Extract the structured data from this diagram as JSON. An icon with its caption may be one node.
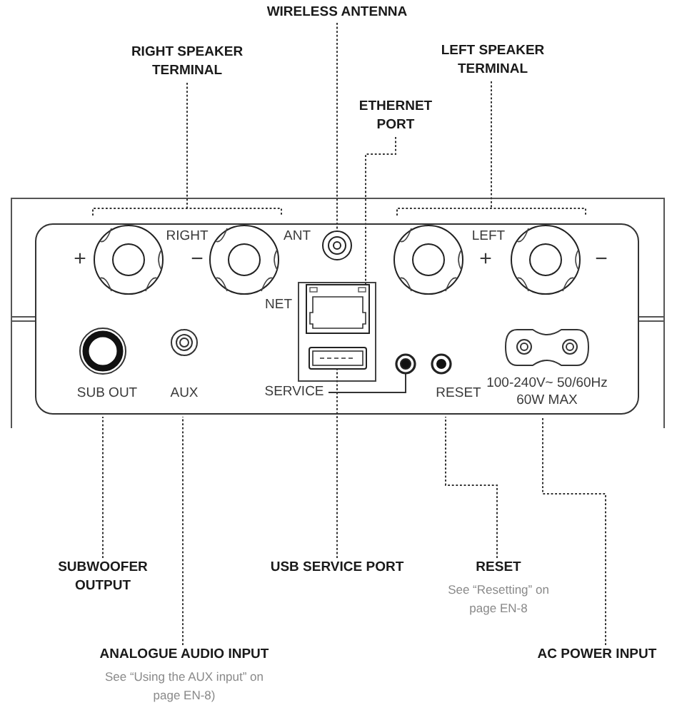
{
  "diagram": {
    "nodes": [
      {
        "text": [
          "WIRELESS ANTENNA"
        ]
      },
      {
        "text": [
          "RIGHT SPEAKER TERMINAL"
        ]
      },
      {
        "text": [
          "LEFT SPEAKER TERMINAL"
        ]
      },
      {
        "text": [
          "ETHERNET PORT"
        ]
      },
      {
        "text": [],
        "shape": "circle"
      },
      {
        "text": [],
        "shape": "box"
      },
      {
        "text": [],
        "shape": "box"
      },
      {
        "text": [],
        "shape": "circle"
      },
      {
        "text": [
          "SERVICE"
        ]
      },
      {
        "text": [
          "SUBWOOFER OUTPUT"
        ]
      },
      {
        "text": [
          "USB SERVICE PORT"
        ]
      },
      {
        "text": [
          "RESET",
          "See “Resetting” on page EN-8"
        ]
      },
      {
        "text": [
          "ANALOGUE AUDIO INPUT",
          "See “Using the AUX input” on page EN-8)"
        ]
      },
      {
        "text": [
          "AC POWER INPUT"
        ]
      }
    ],
    "edges": [
      {
        "from": 0,
        "to": 4,
        "arrow": "none",
        "style": "dashed"
      },
      {
        "from": 1,
        "to": null,
        "arrow": "none",
        "style": "dashed"
      },
      {
        "from": 2,
        "to": null,
        "arrow": "none",
        "style": "dashed"
      },
      {
        "from": 3,
        "to": 5,
        "arrow": "none",
        "style": "dashed"
      },
      {
        "from": 8,
        "to": 7,
        "arrow": "none"
      },
      {
        "from": 9,
        "to": null,
        "arrow": "none",
        "style": "dashed"
      },
      {
        "from": 10,
        "to": 6,
        "arrow": "none",
        "style": "dashed"
      },
      {
        "from": 11,
        "to": null,
        "arrow": "none",
        "style": "dashed"
      },
      {
        "from": 12,
        "to": null,
        "arrow": "none",
        "style": "dashed"
      },
      {
        "from": 13,
        "to": null,
        "arrow": "none",
        "style": "dashed"
      }
    ],
    "labels": [
      "+",
      "RIGHT",
      "−",
      "ANT",
      "LEFT",
      "+",
      "−",
      "NET",
      "SUB OUT",
      "AUX",
      "RESET",
      "100-240V~ 50/60Hz 60W MAX"
    ]
  }
}
